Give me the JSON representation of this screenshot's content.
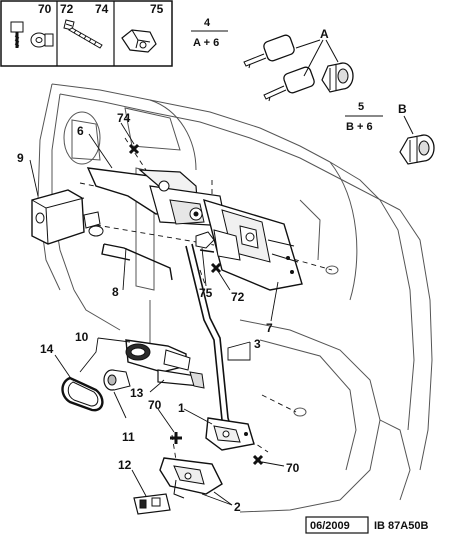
{
  "fastener_panel": {
    "cells": [
      {
        "labels": [
          "70"
        ]
      },
      {
        "labels": [
          "72",
          "74"
        ]
      },
      {
        "labels": [
          "75"
        ]
      }
    ]
  },
  "variants": [
    {
      "number": "4",
      "formula": "A + 6"
    },
    {
      "number": "5",
      "formula": "B + 6"
    }
  ],
  "letters": {
    "a": "A",
    "b": "B"
  },
  "callouts": {
    "c1": "1",
    "c2": "2",
    "c3": "3",
    "c6": "6",
    "c7": "7",
    "c8": "8",
    "c9": "9",
    "c10": "10",
    "c11": "11",
    "c12": "12",
    "c13": "13",
    "c14": "14",
    "c70a": "70",
    "c70b": "70",
    "c72": "72",
    "c74": "74",
    "c75": "75"
  },
  "footer": {
    "date": "06/2009",
    "reference": "IB 87A50B"
  }
}
